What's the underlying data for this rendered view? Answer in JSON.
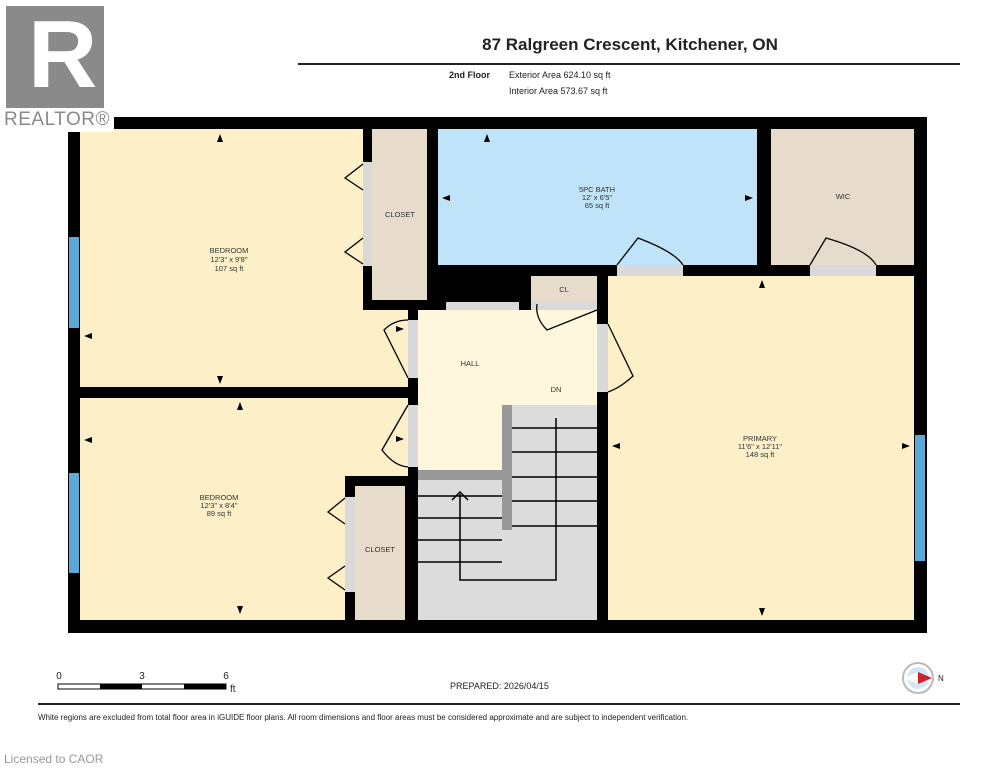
{
  "logo": {
    "text": "REALTOR®",
    "letter": "R"
  },
  "header": {
    "title": "87 Ralgreen Crescent, Kitchener, ON",
    "floor": "2nd Floor",
    "exterior_area": "Exterior Area 624.10 sq ft",
    "interior_area": "Interior Area 573.67 sq ft"
  },
  "rooms": {
    "bedroom1": {
      "name": "BEDROOM",
      "dims": "12'3\" x 9'8\"",
      "area": "107 sq ft"
    },
    "bedroom2": {
      "name": "BEDROOM",
      "dims": "12'3\" x 8'4\"",
      "area": "89 sq ft"
    },
    "closet1": {
      "name": "CLOSET"
    },
    "closet2": {
      "name": "CLOSET"
    },
    "bath": {
      "name": "5PC BATH",
      "dims": "12' x 6'5\"",
      "area": "65 sq ft"
    },
    "wic": {
      "name": "WIC"
    },
    "cl": {
      "name": "CL"
    },
    "hall": {
      "name": "HALL"
    },
    "dn": {
      "name": "DN"
    },
    "primary": {
      "name": "PRIMARY",
      "dims": "11'6\" x 12'11\"",
      "area": "148 sq ft"
    }
  },
  "colors": {
    "bedroom": "#fdf0c8",
    "closet": "#e7dccb",
    "bath": "#bfe3f8",
    "hall": "#fef7dd",
    "stairs": "#dcdcdc",
    "window": "#5aa9d6",
    "wall": "#000000"
  },
  "scale": {
    "t0": "0",
    "t3": "3",
    "t6": "6",
    "unit": "ft"
  },
  "compass": {
    "label": "N",
    "icon": "compass-icon"
  },
  "prepared": "PREPARED: 2026/04/15",
  "disclaimer": "White regions are excluded from total floor area in iGUIDE floor plans. All room dimensions and floor areas must be considered approximate and are subject to independent verification.",
  "license": "Licensed to CAOR"
}
